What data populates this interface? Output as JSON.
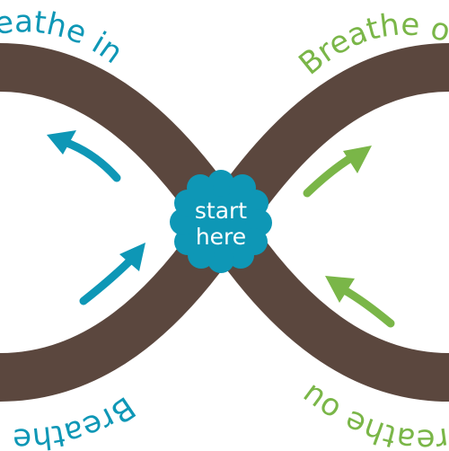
{
  "labels": {
    "breathe_in_top": "Breathe in",
    "breathe_out_top": "Breathe out",
    "breathe_in_bottom": "Breathe in",
    "breathe_out_bottom": "Breathe out",
    "start_line1": "start",
    "start_line2": "here"
  },
  "colors": {
    "track": "#5b473e",
    "teal": "#0e97b6",
    "green": "#7ab648",
    "background": "#ffffff"
  }
}
